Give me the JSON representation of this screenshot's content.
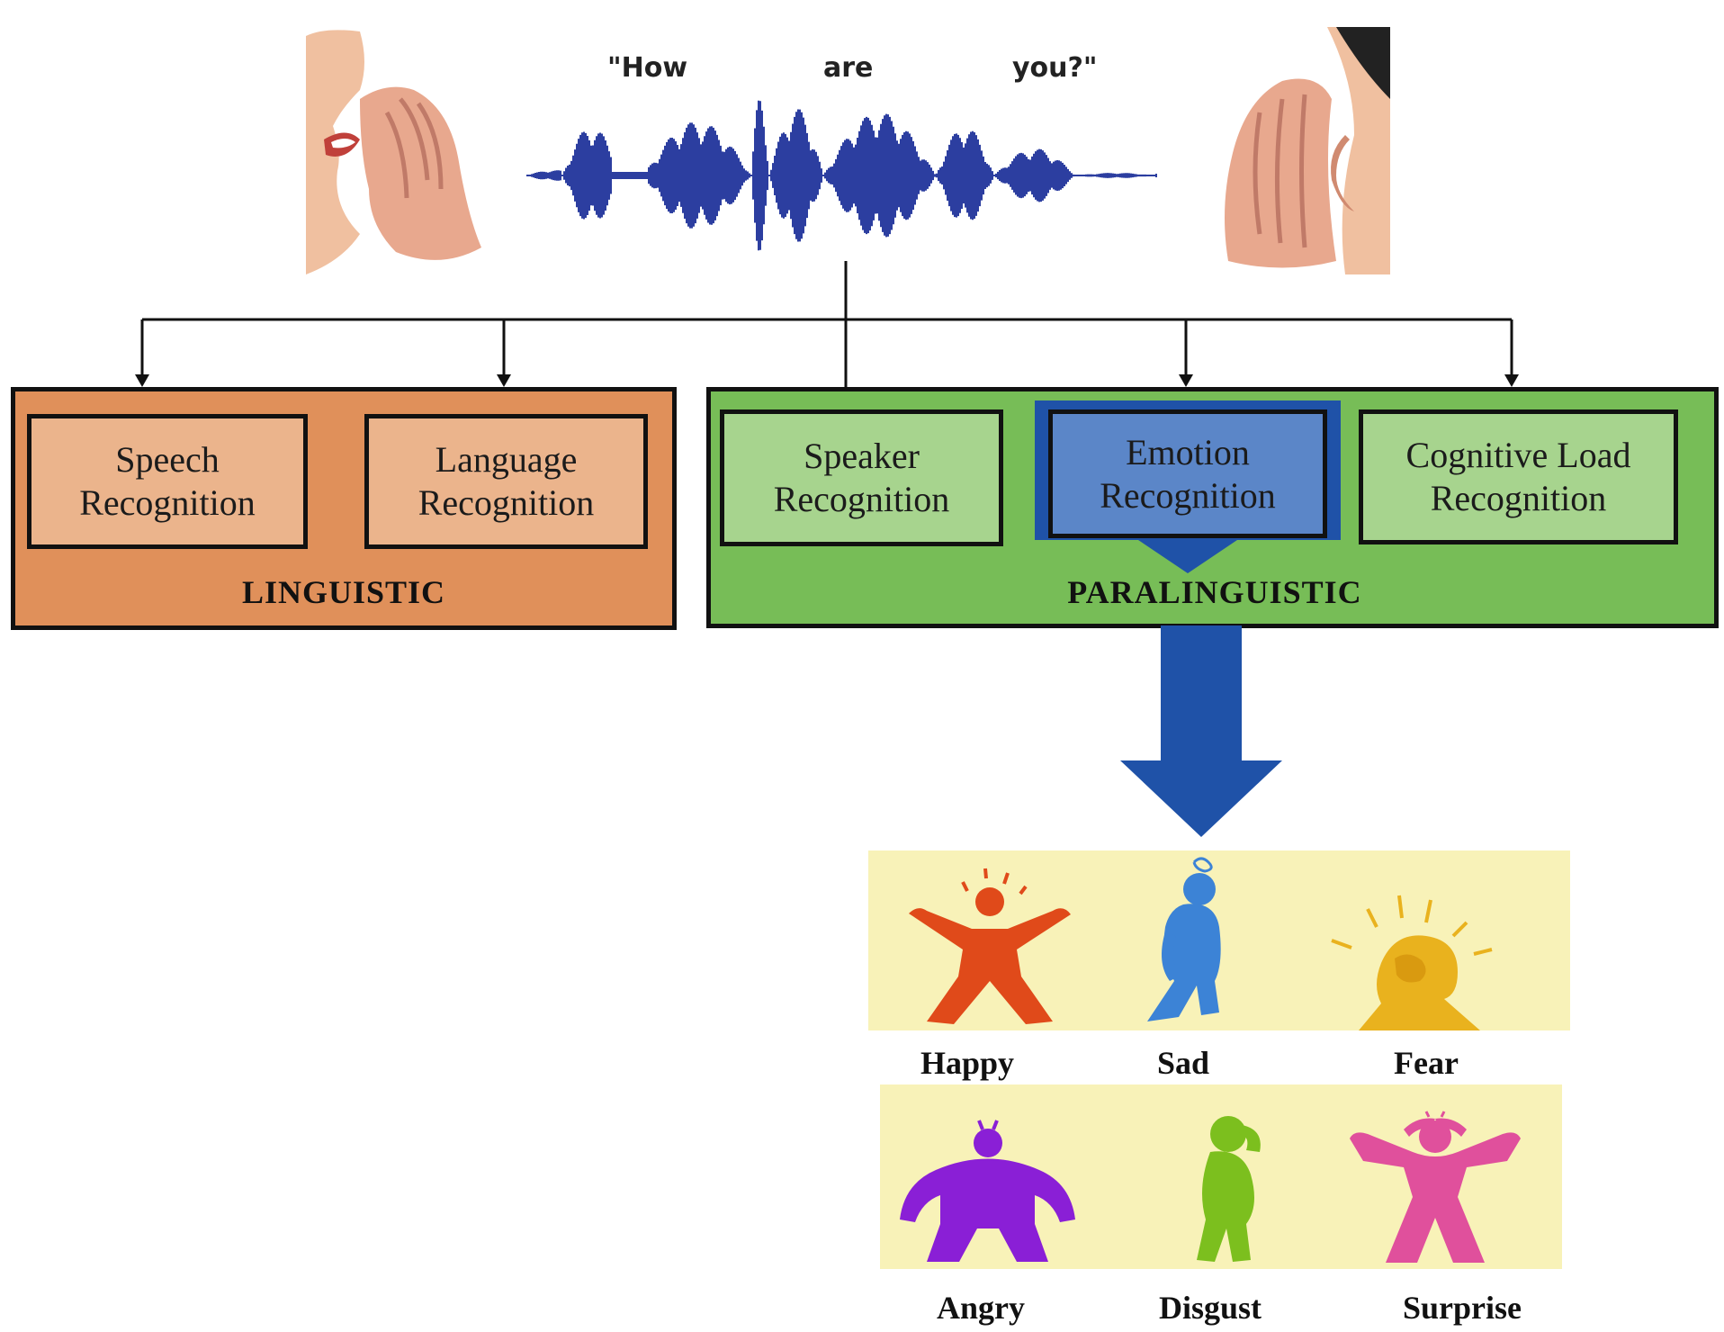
{
  "speech": {
    "words": [
      "\"How",
      "are",
      "you?\""
    ],
    "waveform_color": "#2c3ea0"
  },
  "groups": {
    "linguistic": {
      "title": "LINGUISTIC",
      "fill": "#e0905a",
      "boxes": [
        {
          "label": "Speech\nRecognition",
          "fill": "#ebb48c"
        },
        {
          "label": "Language\nRecognition",
          "fill": "#ebb48c"
        }
      ]
    },
    "paralinguistic": {
      "title": "PARALINGUISTIC",
      "fill": "#77bd57",
      "boxes": [
        {
          "label": "Speaker\nRecognition",
          "fill": "#a7d48e"
        },
        {
          "label": "Emotion\nRecognition",
          "fill": "#5b86c8"
        },
        {
          "label": "Cognitive Load\nRecognition",
          "fill": "#a7d48e"
        }
      ]
    }
  },
  "arrow_color": "#1f52a8",
  "emotions": [
    {
      "label": "Happy",
      "color": "#e04a1a",
      "icon": "happy-figure-icon"
    },
    {
      "label": "Sad",
      "color": "#3c83d6",
      "icon": "sad-figure-icon"
    },
    {
      "label": "Fear",
      "color": "#e9b21e",
      "icon": "fear-figure-icon"
    },
    {
      "label": "Angry",
      "color": "#8a1fd6",
      "icon": "angry-figure-icon"
    },
    {
      "label": "Disgust",
      "color": "#7cbf1e",
      "icon": "disgust-figure-icon"
    },
    {
      "label": "Surprise",
      "color": "#e0509c",
      "icon": "surprise-figure-icon"
    }
  ]
}
